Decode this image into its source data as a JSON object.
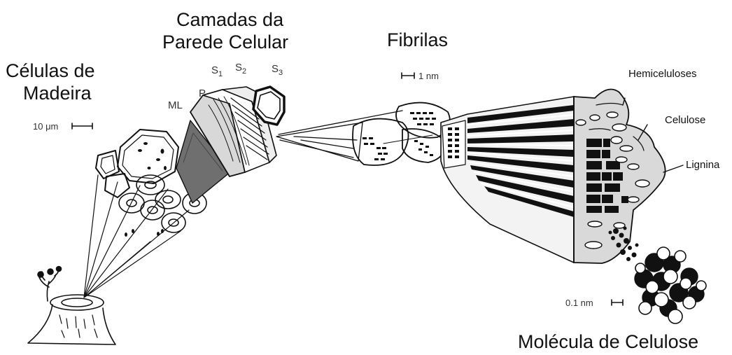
{
  "labels": {
    "wood_cells_line1": "Células de",
    "wood_cells_line2": "Madeira",
    "cell_wall_line1": "Camadas da",
    "cell_wall_line2": "Parede Celular",
    "fibrils": "Fibrilas",
    "hemicelluloses": "Hemiceluloses",
    "cellulose": "Celulose",
    "lignin": "Lignina",
    "cellulose_molecule": "Molécula de Celulose"
  },
  "layers": {
    "ml": "ML",
    "p": "P",
    "s": "S",
    "s1_sub": "1",
    "s2_sub": "2",
    "s3_sub": "3"
  },
  "scales": {
    "cells": "10 μm",
    "fibrils": "1 nm",
    "molecule": "0.1 nm"
  }
}
